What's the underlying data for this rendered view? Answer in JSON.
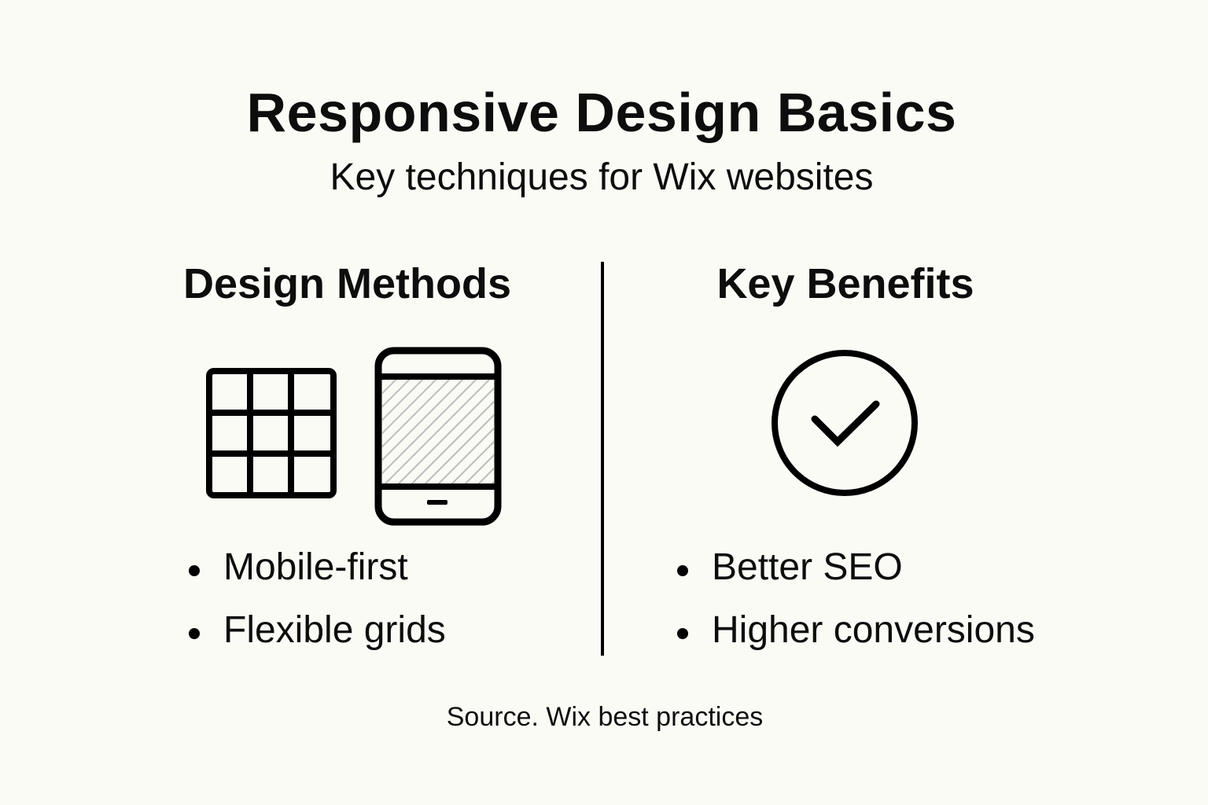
{
  "header": {
    "title": "Responsive Design Basics",
    "subtitle": "Key techniques for Wix websites"
  },
  "columns": {
    "left": {
      "heading": "Design Methods",
      "icons": [
        "grid-icon",
        "mobile-phone-icon"
      ],
      "bullets": [
        "Mobile-first",
        "Flexible grids"
      ]
    },
    "right": {
      "heading": "Key Benefits",
      "icons": [
        "check-circle-icon"
      ],
      "bullets": [
        "Better SEO",
        "Higher conversions"
      ]
    }
  },
  "footer": {
    "source": "Source. Wix best practices"
  },
  "colors": {
    "background": "#fbfbf6",
    "ink": "#0d0d0d",
    "hatch": "#bdbdbd"
  }
}
